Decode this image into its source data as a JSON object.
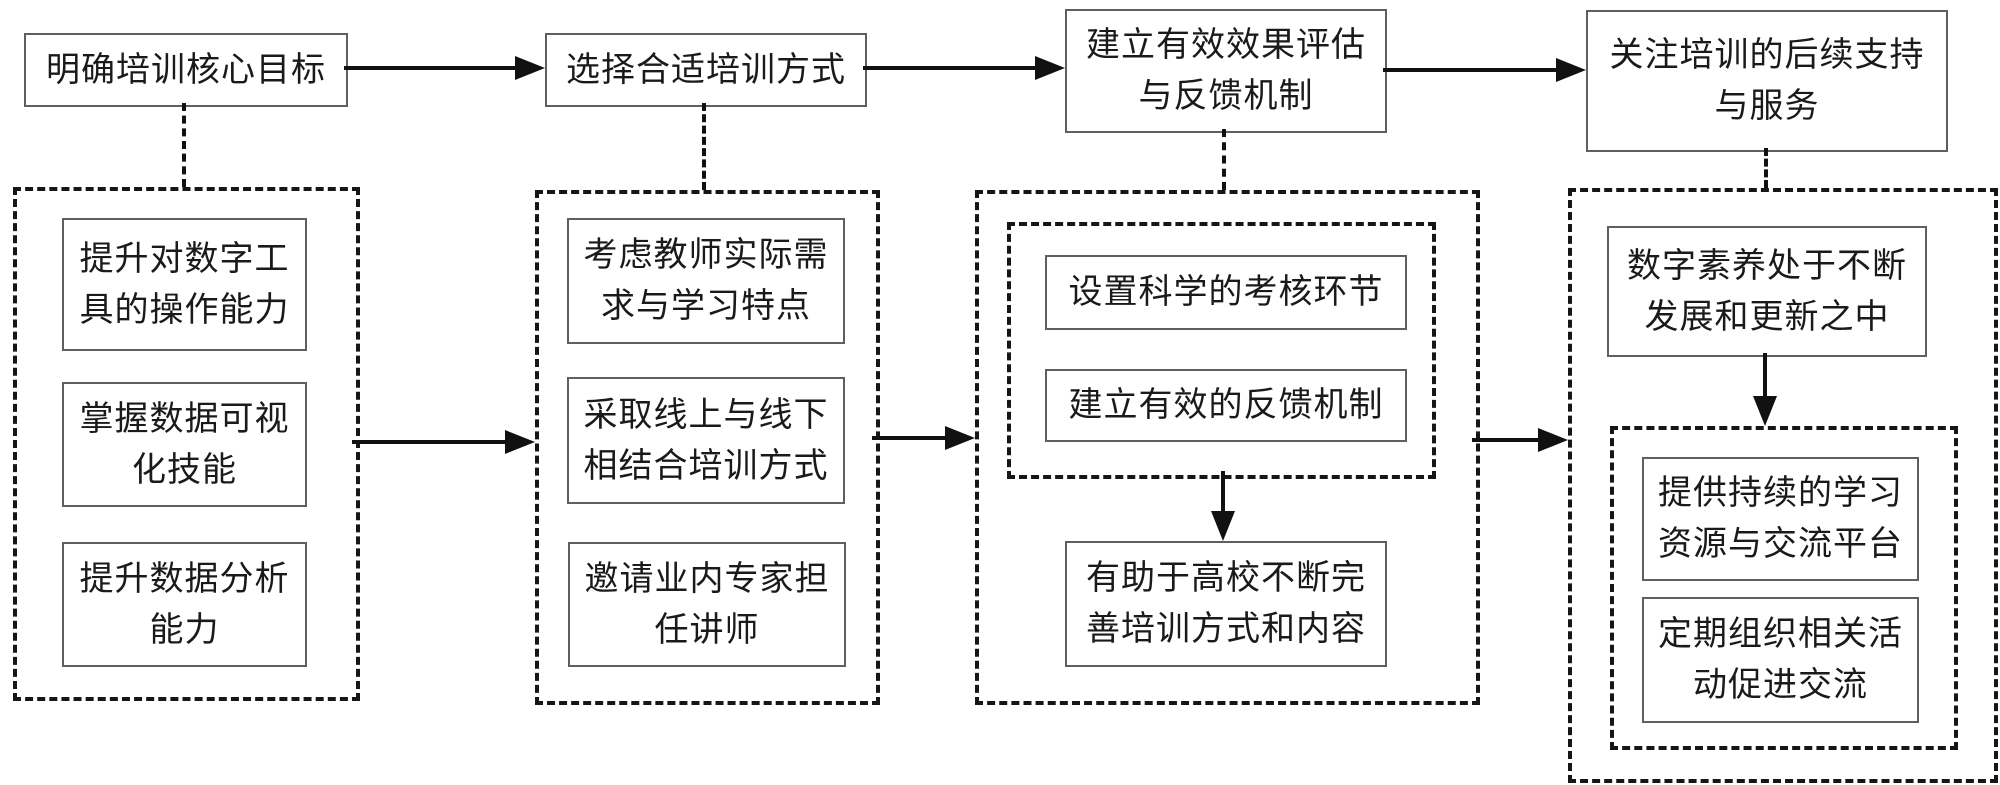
{
  "style": {
    "background_color": "#ffffff",
    "text_color": "#1a1a1a",
    "solid_box_border_color": "#5f5f5f",
    "dashed_border_color": "#161616",
    "arrow_color": "#111111"
  },
  "diagram": {
    "top_nodes": [
      {
        "label": "明确培训核心目标"
      },
      {
        "label": "选择合适培训方式"
      },
      {
        "label": "建立有效效果评估\n与反馈机制"
      },
      {
        "label": "关注培训的后续支持\n与服务"
      }
    ],
    "columns": [
      {
        "boxes": [
          {
            "label": "提升对数字工\n具的操作能力"
          },
          {
            "label": "掌握数据可视\n化技能"
          },
          {
            "label": "提升数据分析\n能力"
          }
        ]
      },
      {
        "boxes": [
          {
            "label": "考虑教师实际需\n求与学习特点"
          },
          {
            "label": "采取线上与线下\n相结合培训方式"
          },
          {
            "label": "邀请业内专家担\n任讲师"
          }
        ]
      },
      {
        "group_boxes": [
          {
            "label": "设置科学的考核环节"
          },
          {
            "label": "建立有效的反馈机制"
          }
        ],
        "result_box": {
          "label": "有助于高校不断完\n善培训方式和内容"
        }
      },
      {
        "top_box": {
          "label": "数字素养处于不断\n发展和更新之中"
        },
        "group_boxes": [
          {
            "label": "提供持续的学习\n资源与交流平台"
          },
          {
            "label": "定期组织相关活\n动促进交流"
          }
        ]
      }
    ]
  }
}
